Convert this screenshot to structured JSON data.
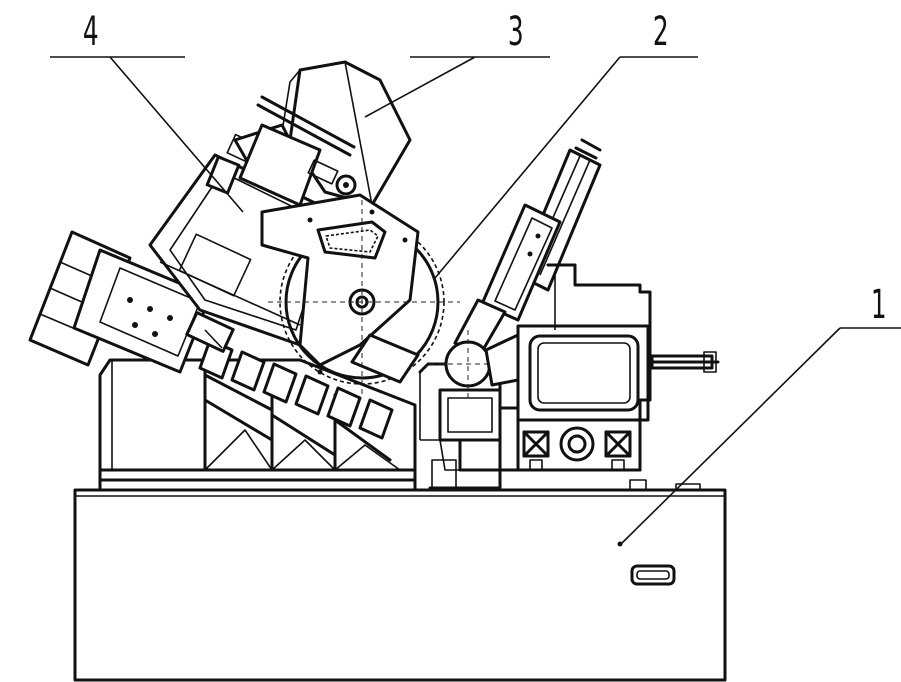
{
  "labels": {
    "label_1": "1",
    "label_2": "2",
    "label_3": "3",
    "label_4": "4"
  },
  "colors": {
    "line": "#111111",
    "background": "#ffffff"
  }
}
